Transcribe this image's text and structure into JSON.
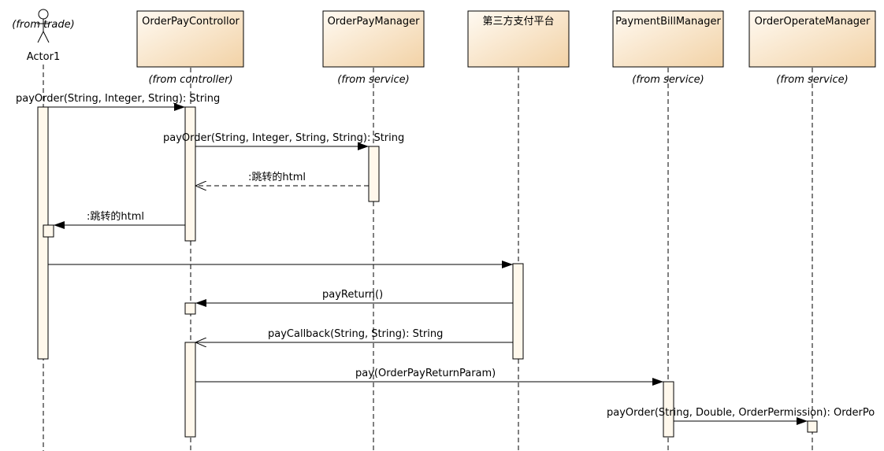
{
  "diagram": {
    "actor": {
      "stereotype": "(from trade)",
      "name": "Actor1"
    },
    "lifelines": [
      {
        "name": "OrderPayControllor",
        "stereotype": "(from controller)"
      },
      {
        "name": "OrderPayManager",
        "stereotype": "(from service)"
      },
      {
        "name": "第三方支付平台",
        "stereotype": ""
      },
      {
        "name": "PaymentBillManager",
        "stereotype": "(from service)"
      },
      {
        "name": "OrderOperateManager",
        "stereotype": "(from service)"
      }
    ],
    "messages": [
      {
        "label": "payOrder(String, Integer, String): String"
      },
      {
        "label": "payOrder(String, Integer, String, String): String"
      },
      {
        "label": ":跳转的html"
      },
      {
        "label": ":跳转的html"
      },
      {
        "label": ""
      },
      {
        "label": "payReturn()"
      },
      {
        "label": "payCallback(String, String): String"
      },
      {
        "label": "pay(OrderPayReturnParam)"
      },
      {
        "label": "payOrder(String, Double, OrderPermission): OrderPo"
      }
    ],
    "colors": {
      "box_fill_light": "#fff8ec",
      "box_fill_dark": "#f4d8b0",
      "line": "#000000"
    }
  }
}
